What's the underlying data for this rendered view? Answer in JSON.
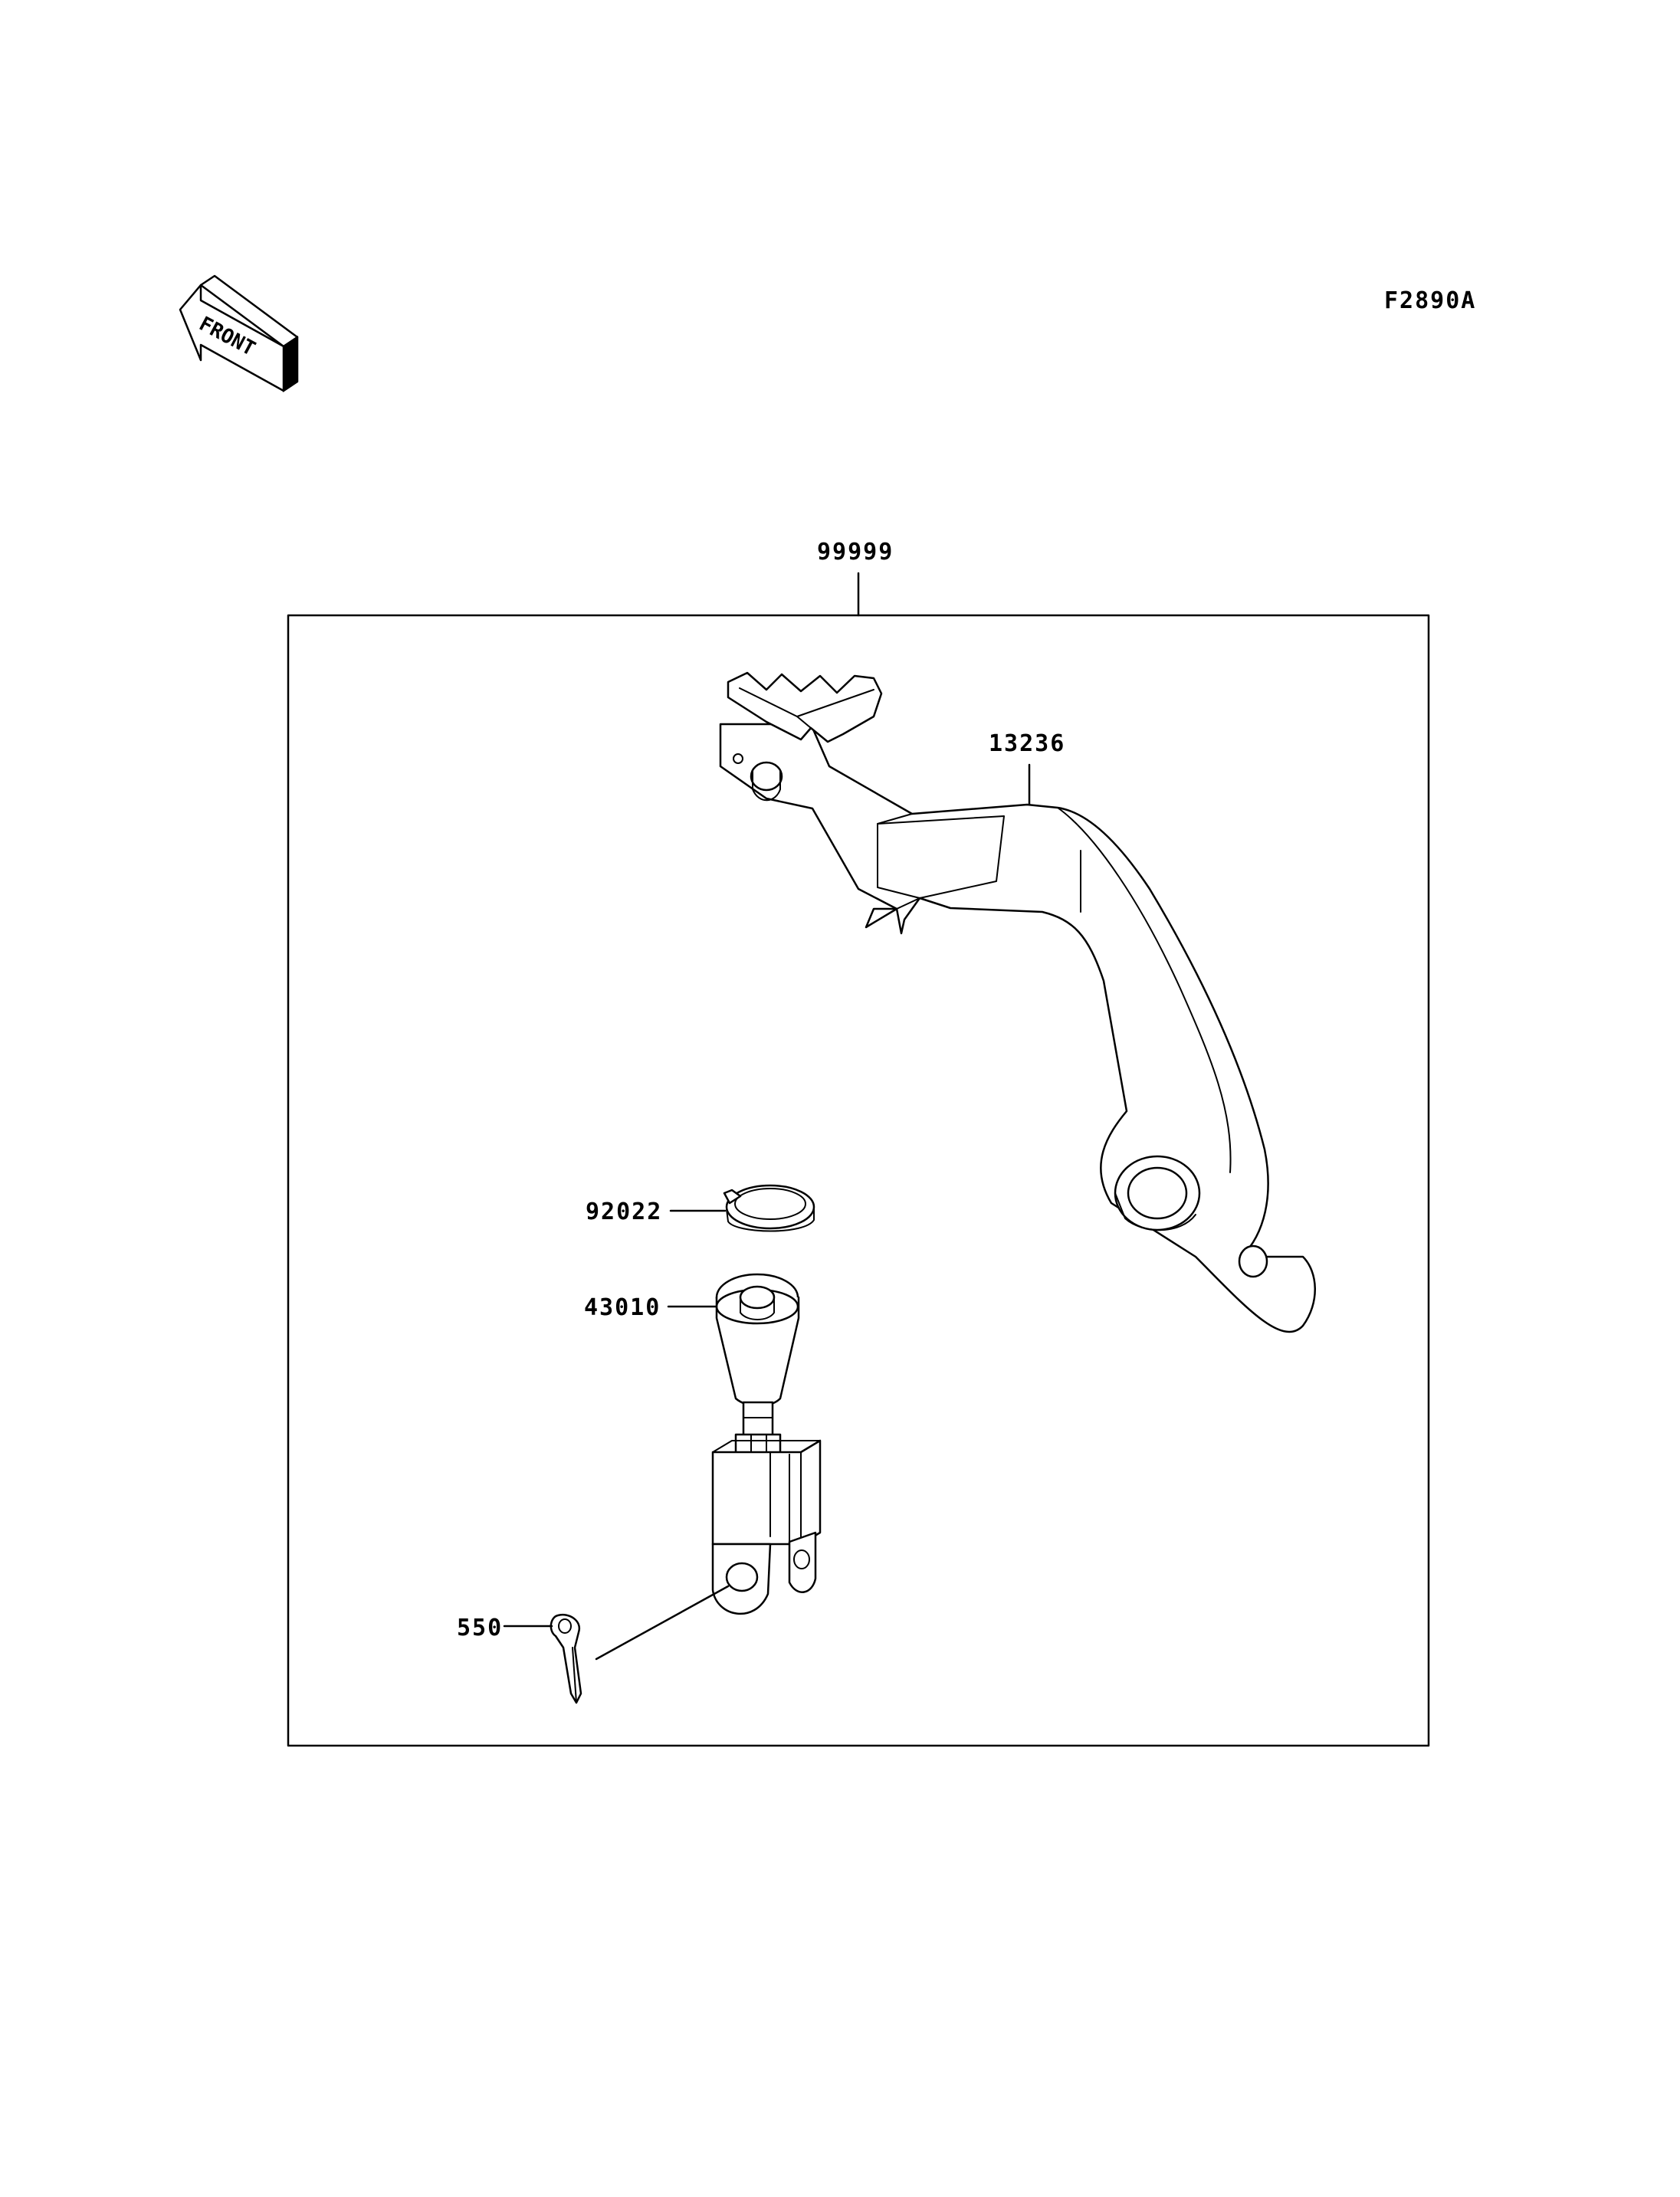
{
  "figure_code": "F2890A",
  "front_label": "FRONT",
  "parts": {
    "kit": {
      "number": "99999"
    },
    "pedal": {
      "number": "13236"
    },
    "circlip": {
      "number": "92022"
    },
    "rod": {
      "number": "43010"
    },
    "cotter_pin": {
      "number": "550"
    }
  }
}
